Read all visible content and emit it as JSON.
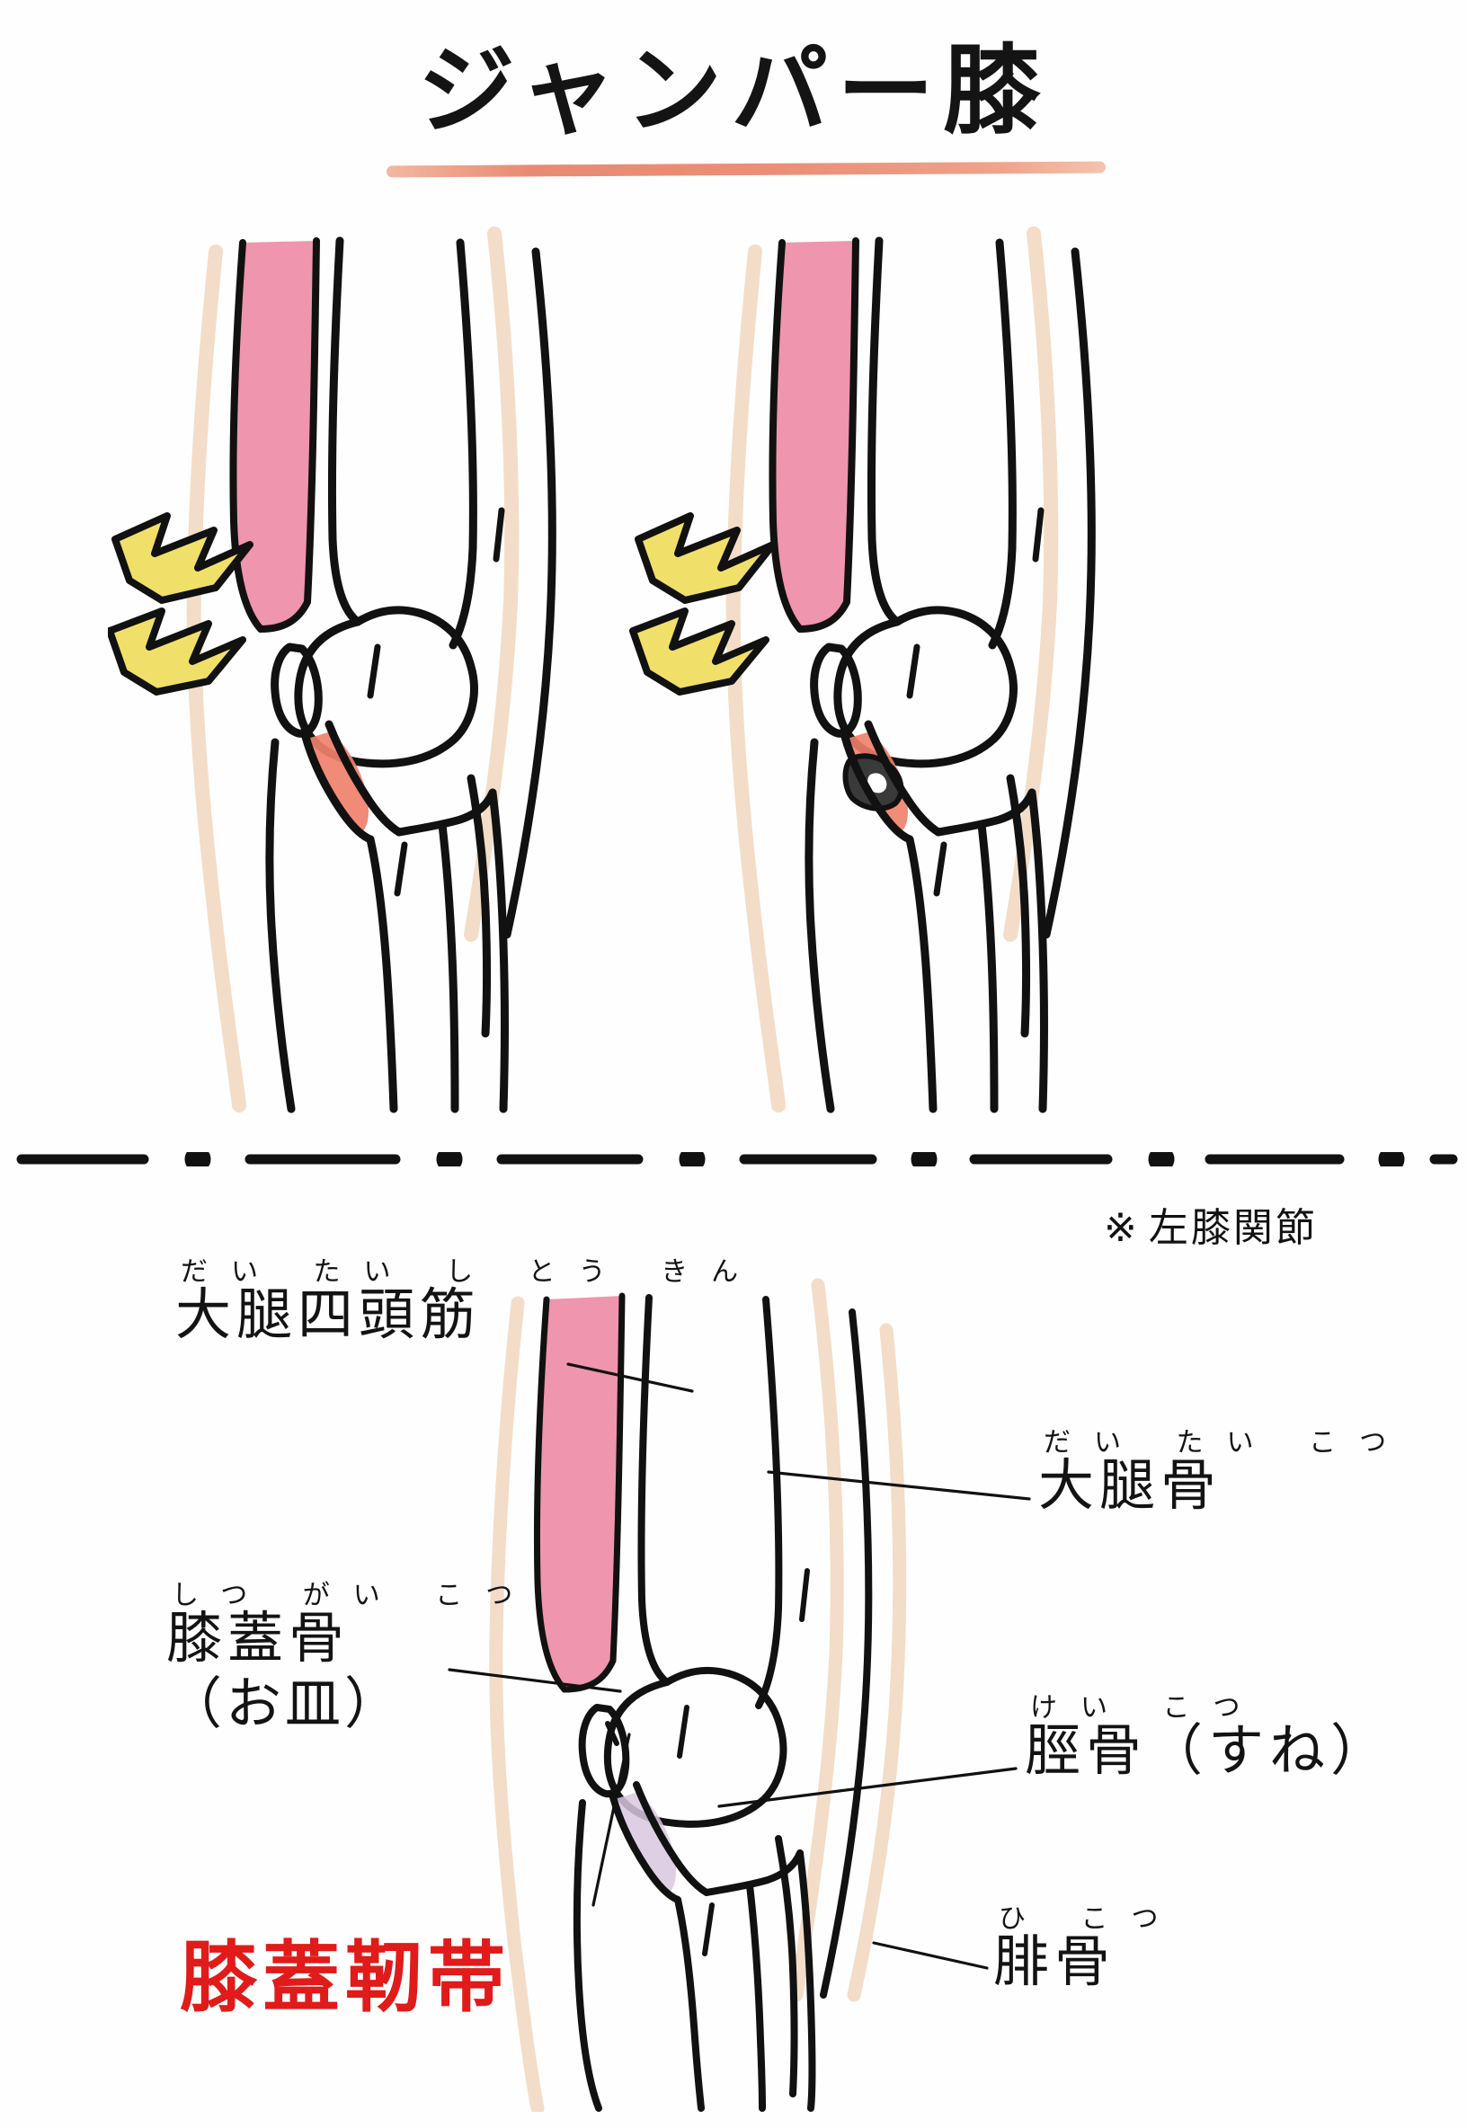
{
  "page": {
    "title": "ジャンパー膝",
    "title_underline_color": "#e8836a",
    "background_color": "#ffffff"
  },
  "note": {
    "mark": "※",
    "text": "左膝関節"
  },
  "divider": {
    "style": "dash-dot",
    "color": "#111111"
  },
  "figures": {
    "top_left": {
      "name": "early-stage-knee",
      "description": "左膝関節 側面図 — 膝蓋靭帯の炎症",
      "colors": {
        "quadriceps": "#ef95ae",
        "skin": "#f7e2d2",
        "inflammation": "#f0806a",
        "pain_flash": "#f0e06a",
        "outline": "#111111"
      }
    },
    "top_right": {
      "name": "advanced-stage-knee",
      "description": "左膝関節 側面図 — 膝蓋靭帯の断裂",
      "colors": {
        "quadriceps": "#ef95ae",
        "skin": "#f7e2d2",
        "inflammation": "#f0806a",
        "tear": "#3a3a3a",
        "pain_flash": "#f0e06a",
        "outline": "#111111"
      }
    },
    "bottom": {
      "name": "anatomy-reference-knee",
      "description": "左膝関節 解剖図",
      "colors": {
        "quadriceps": "#ef95ae",
        "skin": "#f7e2d2",
        "ligament": "#d9c7e0",
        "outline": "#111111"
      }
    }
  },
  "labels": [
    {
      "id": "quadriceps",
      "ruby": "だい たい し とう きん",
      "main": "大腿四頭筋",
      "sub": "",
      "color": "#131313"
    },
    {
      "id": "femur",
      "ruby": "だい たい こつ",
      "main": "大腿骨",
      "sub": "",
      "color": "#131313"
    },
    {
      "id": "patella",
      "ruby": "しつ がい こつ",
      "main": "膝蓋骨",
      "sub": "（お皿）",
      "color": "#131313"
    },
    {
      "id": "tibia",
      "ruby": "けい こつ",
      "main": "脛骨（すね）",
      "sub": "",
      "color": "#131313"
    },
    {
      "id": "fibula",
      "ruby": "ひ こつ",
      "main": "腓骨",
      "sub": "",
      "color": "#131313"
    },
    {
      "id": "patellar_ligament",
      "ruby": "",
      "main": "膝蓋靭帯",
      "sub": "",
      "color": "#e11a1a"
    }
  ]
}
